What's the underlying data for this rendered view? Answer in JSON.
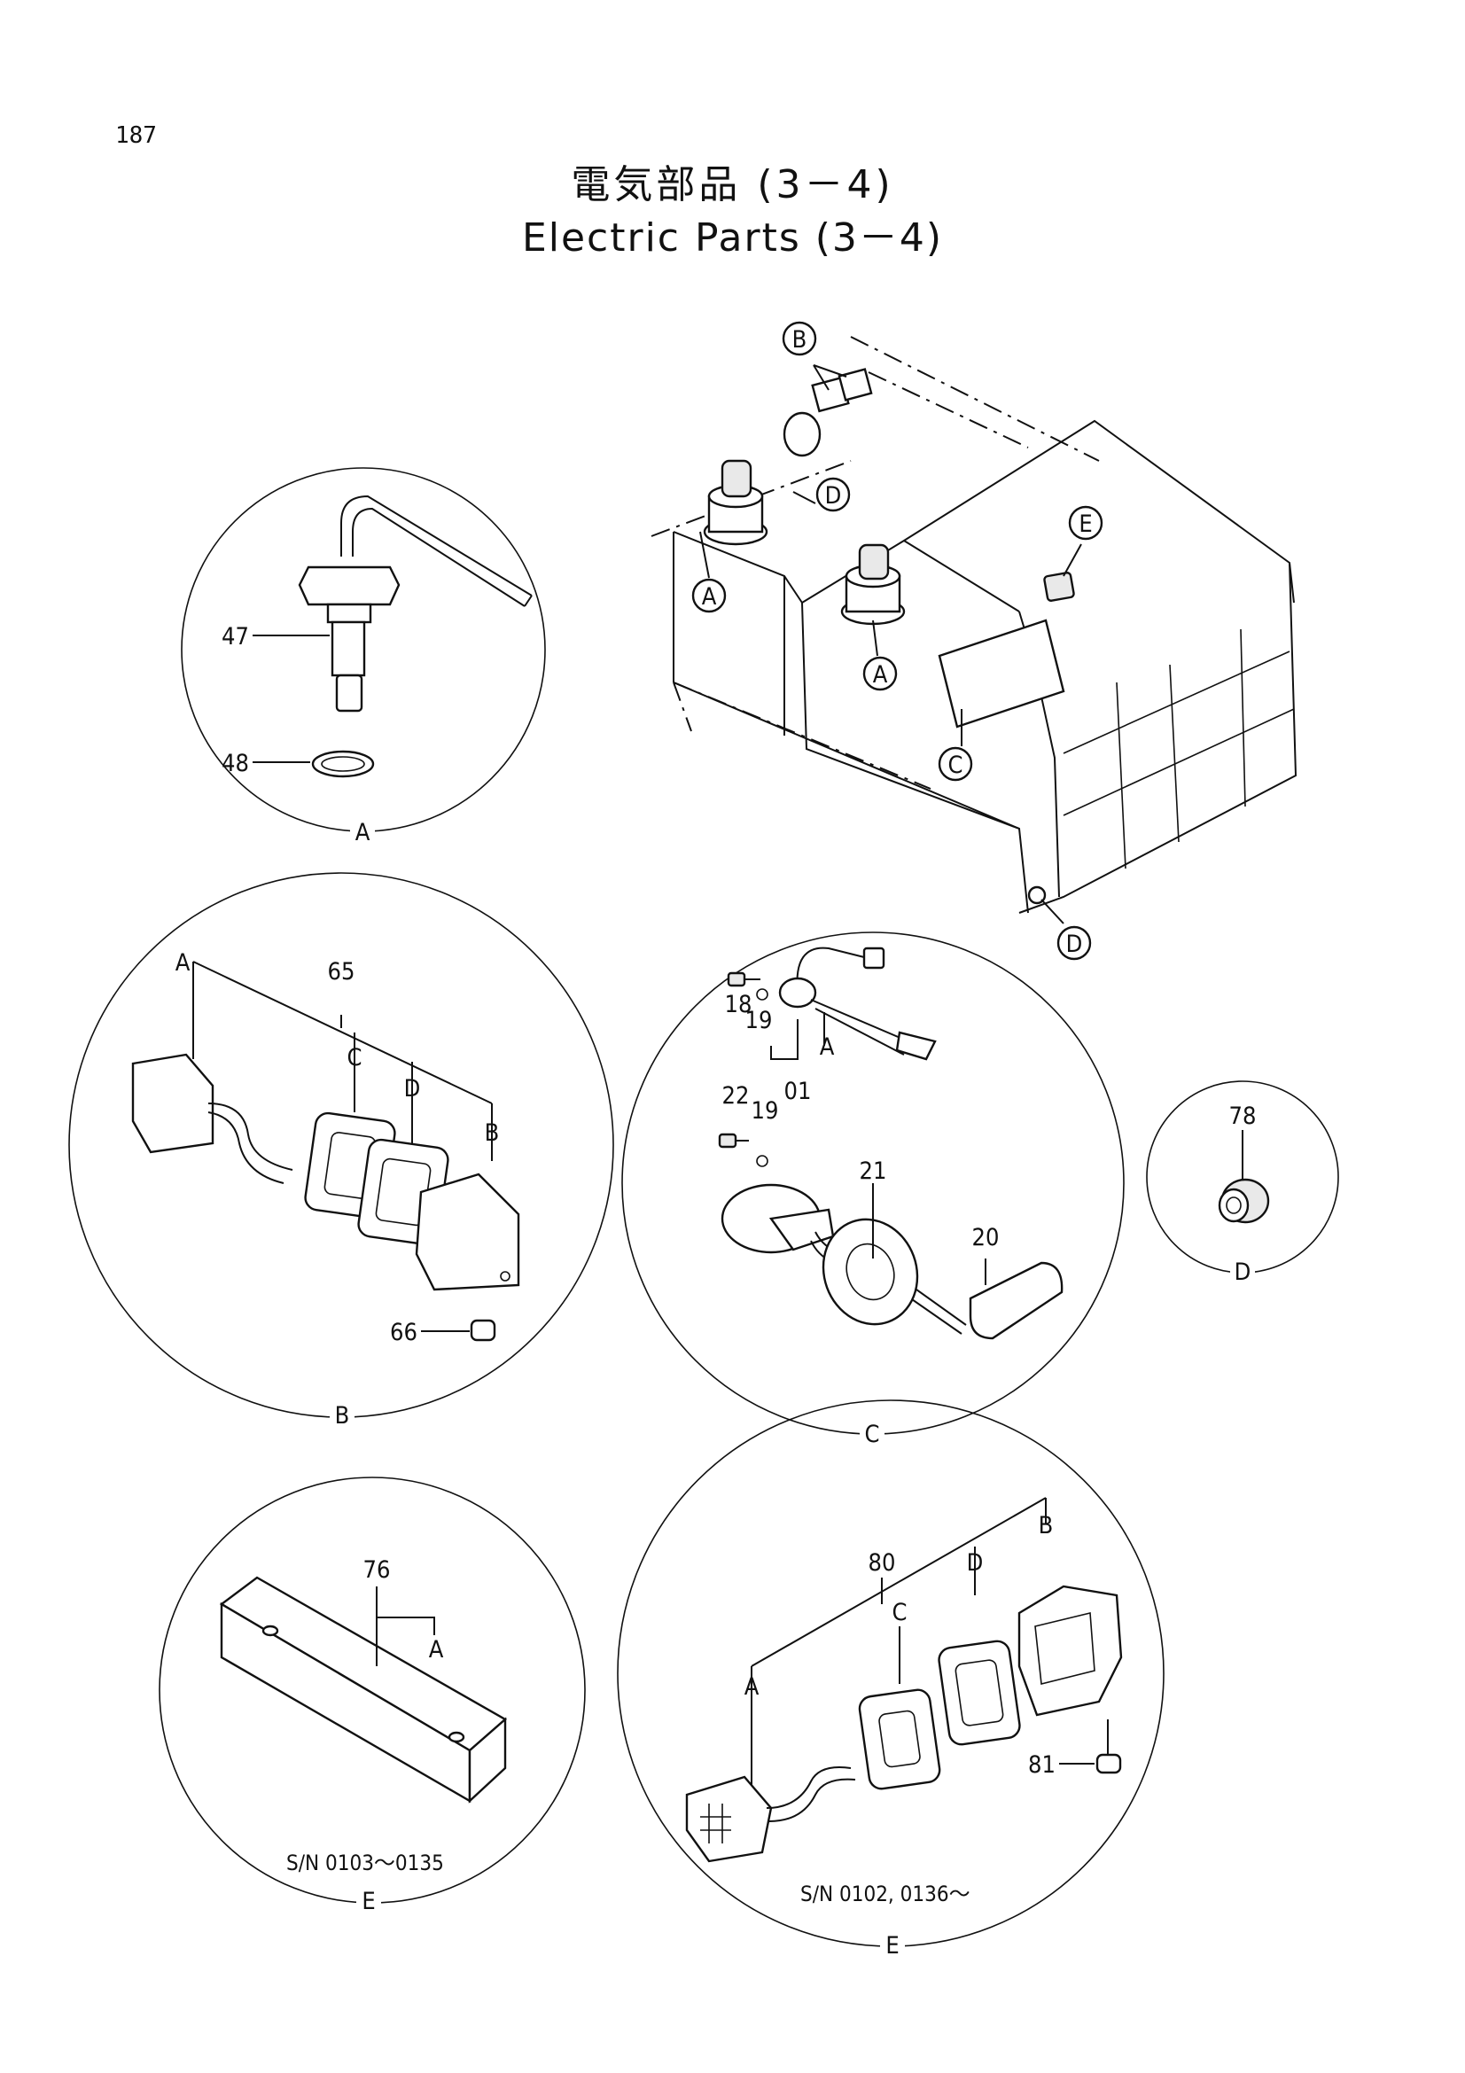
{
  "page_number": "187",
  "title": {
    "japanese": "電気部品 (3－4)",
    "english": "Electric Parts (3－4)"
  },
  "main_view": {
    "callouts": [
      "B",
      "D",
      "A",
      "A",
      "E",
      "C",
      "D"
    ]
  },
  "detail_a": {
    "label": "A",
    "parts": [
      "47",
      "48"
    ]
  },
  "detail_b": {
    "label": "B",
    "parts": [
      "65",
      "66"
    ],
    "sub_labels": [
      "A",
      "C",
      "D",
      "B"
    ]
  },
  "detail_c": {
    "label": "C",
    "parts": [
      "18",
      "19",
      "01",
      "22",
      "19",
      "21",
      "20"
    ],
    "sub_labels": [
      "A"
    ]
  },
  "detail_d": {
    "label": "D",
    "parts": [
      "78"
    ]
  },
  "detail_e_left": {
    "label": "E",
    "parts": [
      "76"
    ],
    "sub_labels": [
      "A"
    ],
    "serial_note": "S/N 0103～0135"
  },
  "detail_e_right": {
    "label": "E",
    "parts": [
      "80",
      "81"
    ],
    "sub_labels": [
      "C",
      "D",
      "B",
      "A"
    ],
    "serial_note": "S/N 0102, 0136～"
  },
  "colors": {
    "ink": "#111111",
    "paper": "#ffffff"
  }
}
